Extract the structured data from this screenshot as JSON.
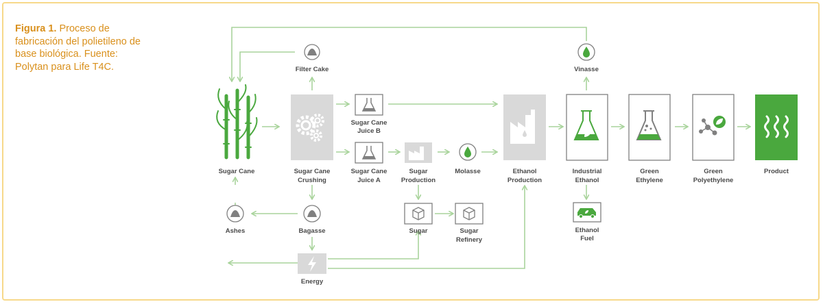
{
  "caption": {
    "prefix": "Figura 1.",
    "text": " Proceso de fabricación del polietileno de base biológica. Fuente: Polytan para Life T4C."
  },
  "colors": {
    "arrow": "#a9d49c",
    "green": "#4aa83e",
    "light_gray": "#d9d9d9",
    "icon_gray": "#808080",
    "text": "#4a4a4a",
    "caption": "#d9901c",
    "frame": "#f7d98a"
  },
  "nodes": {
    "sugar_cane": {
      "label": [
        "Sugar Cane"
      ],
      "icon": "sugar-cane-icon"
    },
    "crushing": {
      "label": [
        "Sugar Cane",
        "Crushing"
      ],
      "icon": "gears-icon"
    },
    "filter_cake": {
      "label": [
        "Filter Cake"
      ],
      "icon": "pile-icon"
    },
    "juice_b": {
      "label": [
        "Sugar Cane",
        "Juice B"
      ],
      "icon": "flask-icon"
    },
    "juice_a": {
      "label": [
        "Sugar Cane",
        "Juice A"
      ],
      "icon": "flask-icon"
    },
    "sugar_production": {
      "label": [
        "Sugar",
        "Production"
      ],
      "icon": "factory-icon"
    },
    "molasse": {
      "label": [
        "Molasse"
      ],
      "icon": "drop-icon"
    },
    "ethanol_production": {
      "label": [
        "Ethanol",
        "Production"
      ],
      "icon": "factory-icon"
    },
    "industrial_ethanol": {
      "label": [
        "Industrial",
        "Ethanol"
      ],
      "icon": "flask-leaf-icon"
    },
    "vinasse": {
      "label": [
        "Vinasse"
      ],
      "icon": "drop-icon"
    },
    "ethanol_fuel": {
      "label": [
        "Ethanol",
        "Fuel"
      ],
      "icon": "car-icon"
    },
    "green_ethylene": {
      "label": [
        "Green",
        "Ethylene"
      ],
      "icon": "flask-icon"
    },
    "green_polyethylene": {
      "label": [
        "Green",
        "Polyethylene"
      ],
      "icon": "molecule-leaf-icon"
    },
    "product": {
      "label": [
        "Product"
      ],
      "icon": "waves-icon"
    },
    "ashes": {
      "label": [
        "Ashes"
      ],
      "icon": "pile-icon"
    },
    "bagasse": {
      "label": [
        "Bagasse"
      ],
      "icon": "pile-icon"
    },
    "sugar": {
      "label": [
        "Sugar"
      ],
      "icon": "cube-icon"
    },
    "sugar_refinery": {
      "label": [
        "Sugar",
        "Refinery"
      ],
      "icon": "cube-icon"
    },
    "energy": {
      "label": [
        "Energy"
      ],
      "icon": "lightning-icon"
    }
  }
}
